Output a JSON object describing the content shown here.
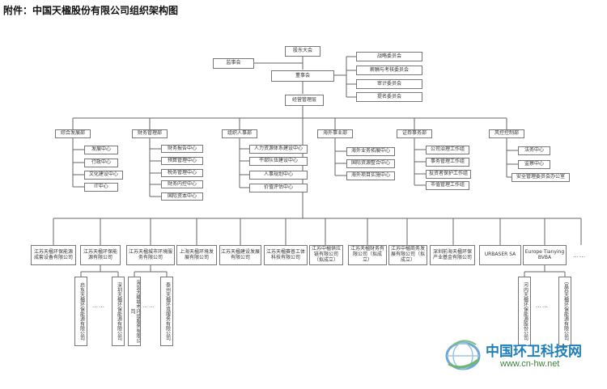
{
  "title": "附件：中国天楹股份有限公司组织架构图",
  "top": {
    "shareholders": "股东大会",
    "supervisors": "监事会",
    "board": "董事会",
    "management": "经营管理层"
  },
  "committees": [
    "战略委员会",
    "薪酬与考核委员会",
    "审计委员会",
    "提名委员会"
  ],
  "departments": [
    {
      "name": "综合发展部",
      "children": [
        "发展中心",
        "行政中心",
        "文化建设中心",
        "IT中心"
      ]
    },
    {
      "name": "财务管理部",
      "children": [
        "财务报告中心",
        "预算管理中心",
        "税务管理中心",
        "财务内控中心",
        "国际资本中心"
      ]
    },
    {
      "name": "组织人事部",
      "children": [
        "人力资源体系建设中心",
        "干部队伍建设中心",
        "人事规划中心",
        "价值评估中心"
      ]
    },
    {
      "name": "海外事业部",
      "children": [
        "海外业务拓展中心",
        "国际资源整合中心",
        "海外项目实施中心"
      ]
    },
    {
      "name": "证券事务部",
      "children": [
        "公司治理工作组",
        "事务管理工作组",
        "投资者保护工作组",
        "市值管理工作组"
      ]
    },
    {
      "name": "风控控制部",
      "children": [
        "法务中心",
        "监察中心",
        "安全管理委员会办公室"
      ]
    }
  ],
  "subsidiaries": [
    "江苏天楹环保能源成套设备有限公司",
    "江苏天楹环保能源有限公司",
    "江苏天楹城市环境服务有限公司",
    "上海天楹环境发展有限公司",
    "江苏天楹建设发展有限公司",
    "江苏天楹赛普工体科技有限公司",
    "江苏中楹供应链有限公司（拟成立）",
    "江苏天楹财务有限公司（拟成立）",
    "江苏中楹商务发展有限公司（拟成立）",
    "深圳前海天楹环保产业基金有限公司",
    "URBASER SA",
    "Europe Tianying BVBA",
    "……"
  ],
  "grandchildren": {
    "energy": [
      "启东天楹环保能源有限公司",
      "深圳天楹环保能源有限公司"
    ],
    "city": [
      "海安天楹城市环境服务有限公司",
      "泰州天楹环境服务有限公司"
    ],
    "europe": [
      "河内天楹环保能源股份公司",
      "宜宾天楹环保能源有限公司"
    ],
    "ellipsis": "……"
  },
  "watermark": {
    "name": "中国环卫科技网",
    "url": "www.cn-hw.net"
  },
  "colors": {
    "line": "#666666",
    "border": "#777777",
    "watermark_blue": "#1f7fb9",
    "watermark_green": "#3c7f3a"
  }
}
